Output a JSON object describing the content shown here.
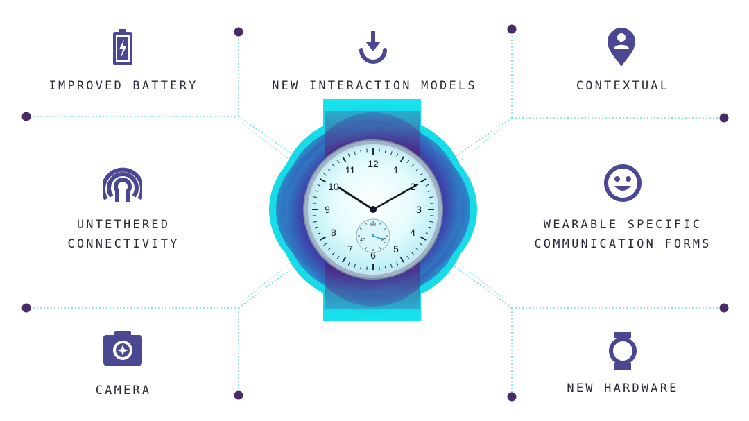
{
  "colors": {
    "accent": "#4a4793",
    "connector": "#6fdfe6",
    "node": "#4b2a6b",
    "cyan": "#19e0ec",
    "band": "#5a1470",
    "blob": "#3a2a8a"
  },
  "features": {
    "battery": {
      "label": "IMPROVED BATTERY",
      "icon": "battery-icon"
    },
    "interaction": {
      "label": "NEW INTERACTION MODELS",
      "icon": "download-arrow-icon"
    },
    "contextual": {
      "label": "CONTEXTUAL",
      "icon": "location-pin-icon"
    },
    "connectivity": {
      "line1": "UNTETHERED",
      "line2": "CONNECTIVITY",
      "icon": "wireless-signal-icon"
    },
    "communication": {
      "line1": "WEARABLE SPECIFIC",
      "line2": "COMMUNICATION FORMS",
      "icon": "smiley-face-icon"
    },
    "camera": {
      "label": "CAMERA",
      "icon": "camera-icon"
    },
    "hardware": {
      "label": "NEW HARDWARE",
      "icon": "watch-icon"
    }
  },
  "watch": {
    "hour_numbers": [
      "12",
      "1",
      "2",
      "3",
      "4",
      "5",
      "6",
      "7",
      "8",
      "9",
      "10",
      "11"
    ],
    "subdial_numbers": [
      "60",
      "20",
      "40"
    ],
    "time_shown": "10:09"
  }
}
